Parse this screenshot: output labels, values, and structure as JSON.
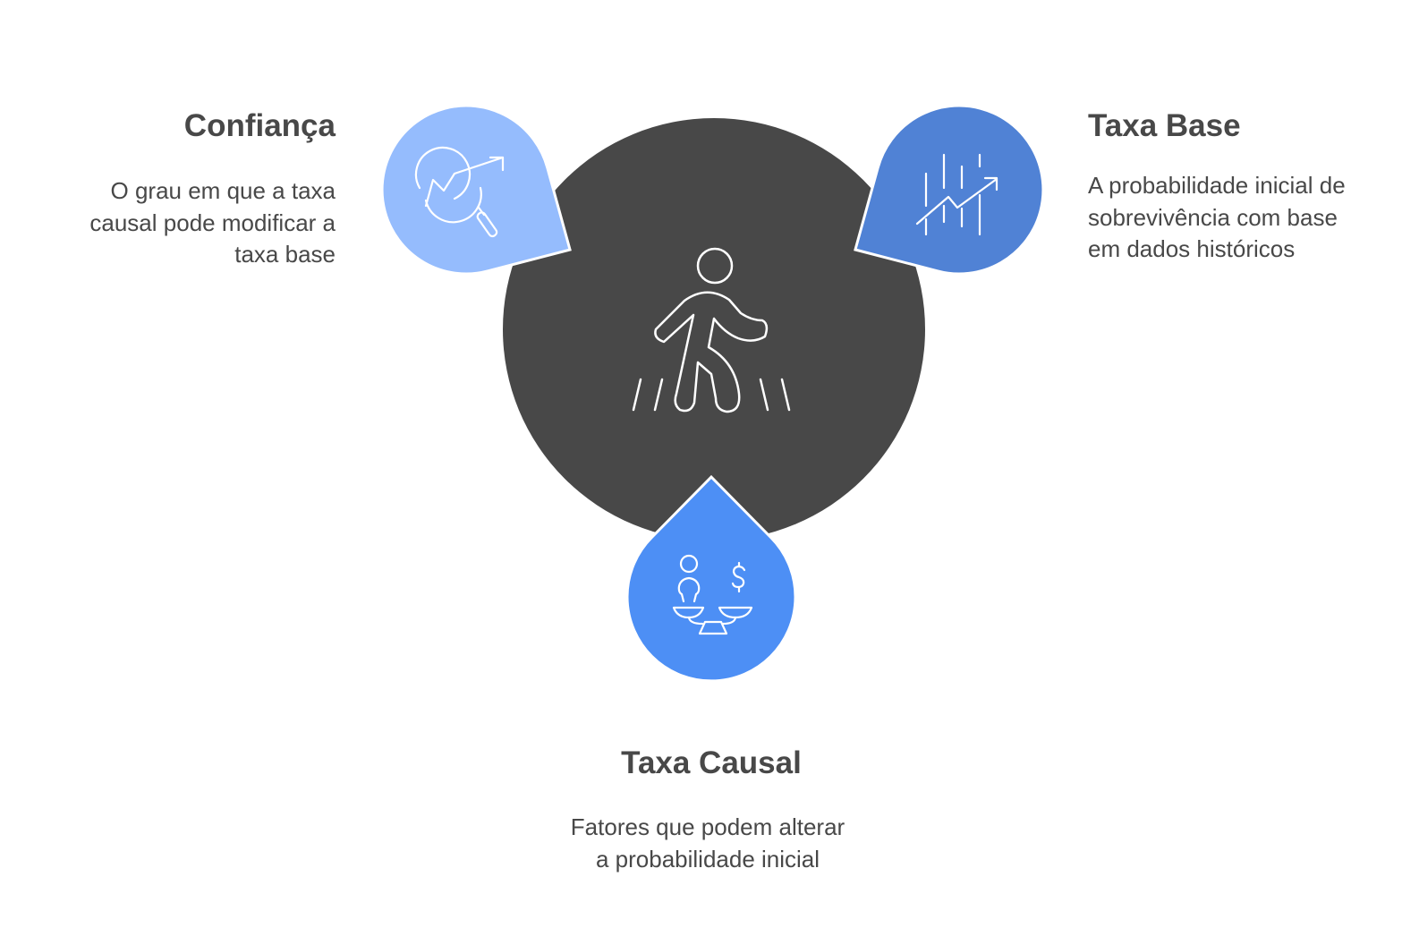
{
  "colors": {
    "center": "#484848",
    "confianca": "#95BCFD",
    "taxa_base": "#5082D5",
    "taxa_causal": "#4D8FF5",
    "text": "#484848"
  },
  "items": {
    "confianca": {
      "title": "Confiança",
      "description": "O grau em que a taxa causal pode modificar a taxa base",
      "icon": "chart-magnifier-icon"
    },
    "taxa_base": {
      "title": "Taxa Base",
      "description": "A probabilidade inicial de sobrevivência com base em dados históricos",
      "icon": "trend-chart-icon"
    },
    "taxa_causal": {
      "title": "Taxa Causal",
      "description": "Fatores que podem alterar a probabilidade inicial",
      "icon": "balance-scale-icon"
    },
    "center": {
      "icon": "walking-person-icon"
    }
  }
}
